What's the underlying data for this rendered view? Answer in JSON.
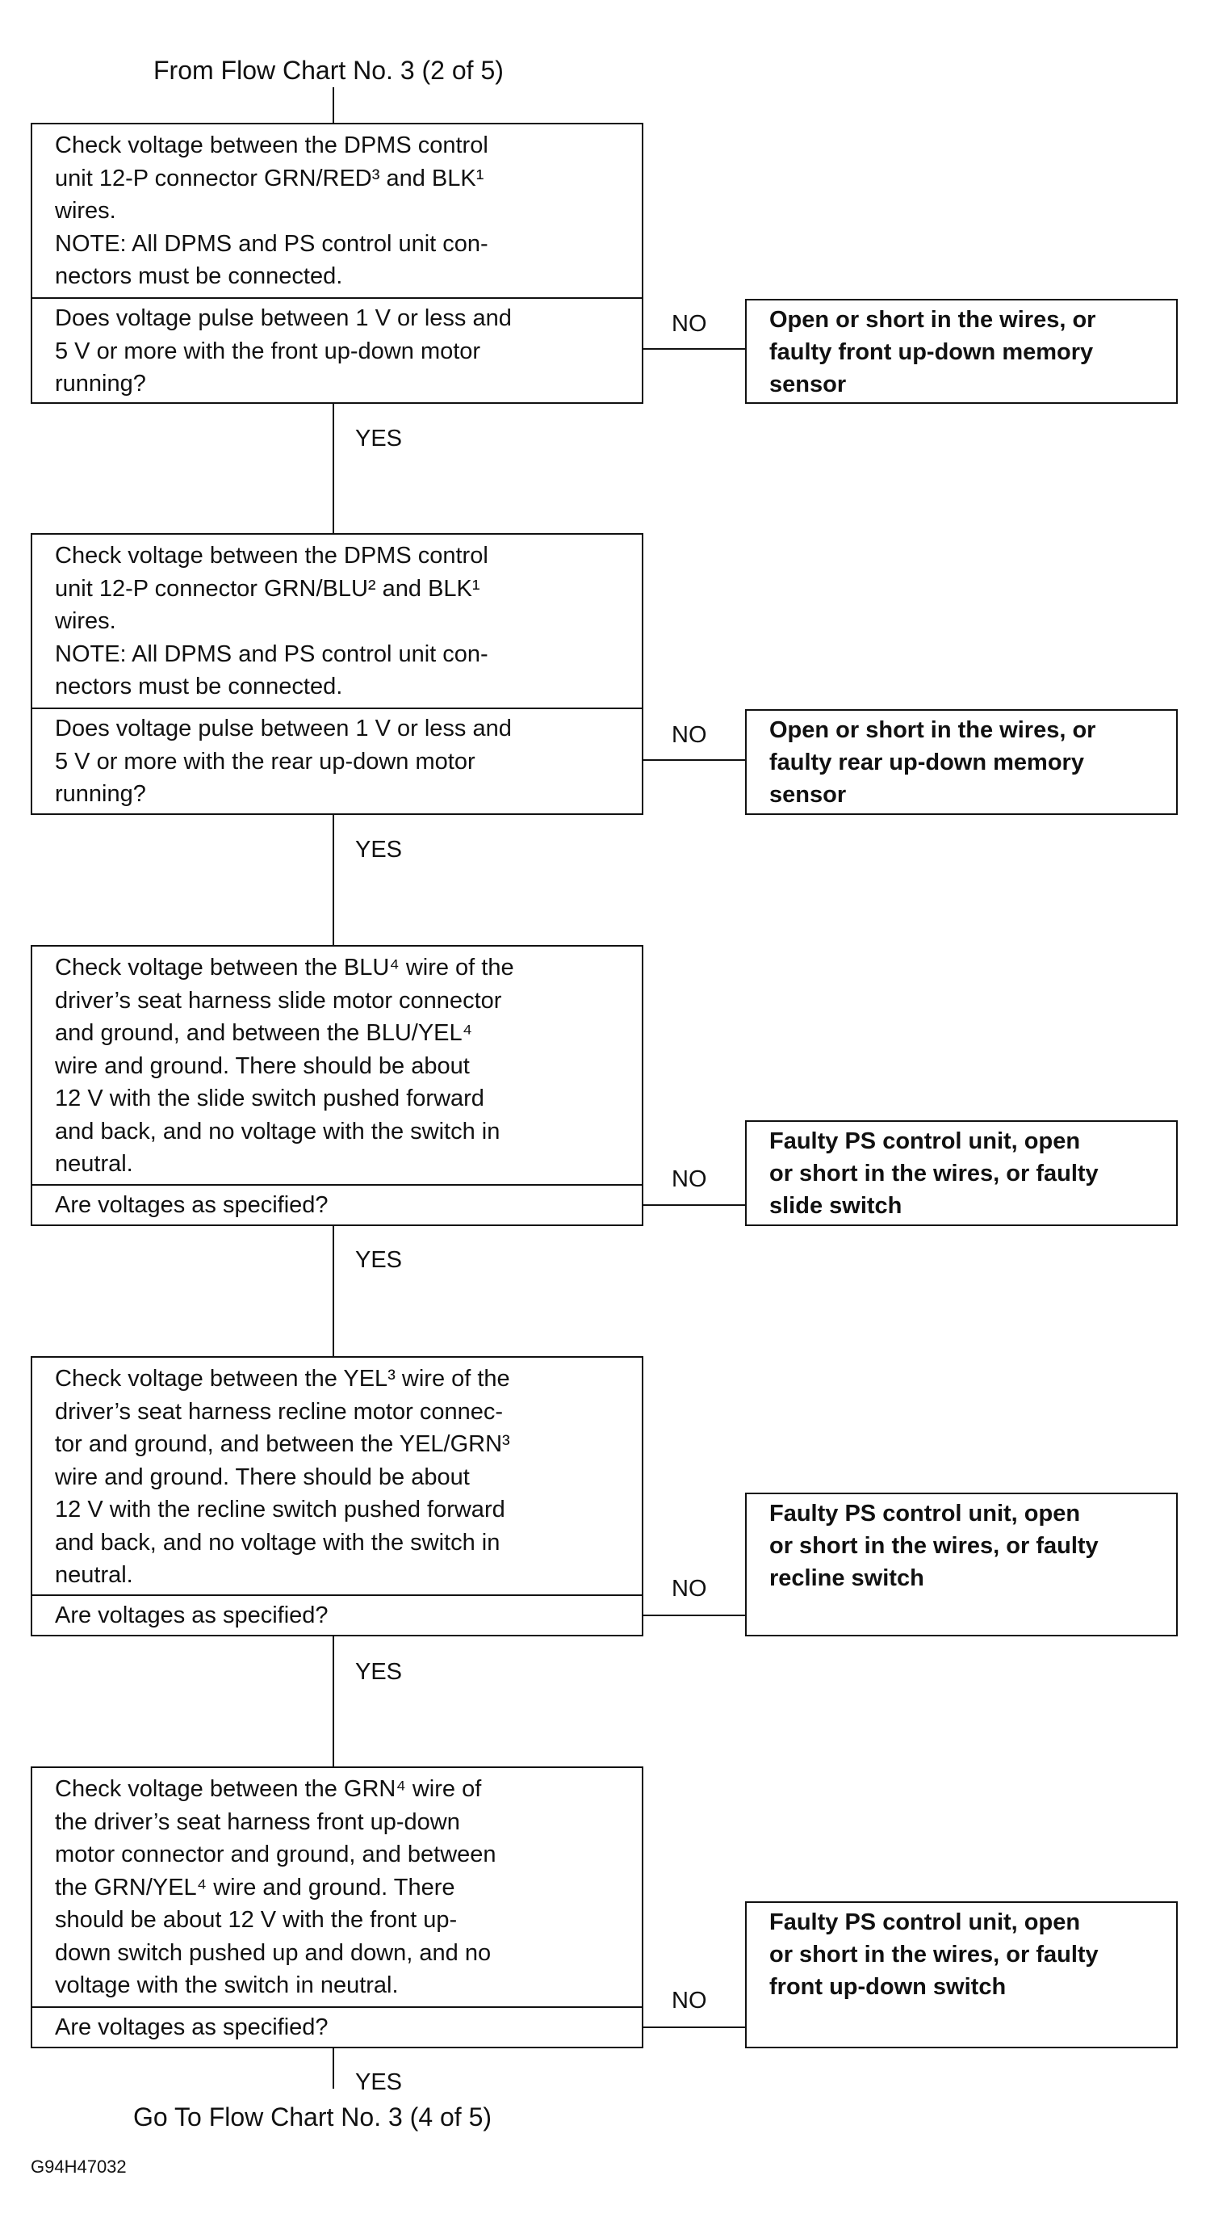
{
  "header": "From Flow Chart No. 3 (2 of 5)",
  "steps": [
    {
      "check": [
        "Check voltage between the DPMS control",
        "unit 12-P connector GRN/RED³ and BLK¹",
        "wires.",
        "NOTE: All DPMS and PS control unit con-",
        "nectors must be connected."
      ],
      "question": [
        "Does voltage pulse between 1 V or less and",
        "5 V or more with the front up-down motor",
        "running?"
      ],
      "no_label": "NO",
      "result": [
        "Open or short in the wires, or",
        "faulty front up-down memory",
        "sensor"
      ],
      "yes_label": "YES"
    },
    {
      "check": [
        "Check voltage between the DPMS control",
        "unit 12-P connector GRN/BLU² and BLK¹",
        "wires.",
        "NOTE: All DPMS and PS control unit con-",
        "nectors must be connected."
      ],
      "question": [
        "Does voltage pulse between 1 V or less and",
        "5 V or more with the rear up-down motor",
        "running?"
      ],
      "no_label": "NO",
      "result": [
        "Open or short in the wires, or",
        "faulty rear up-down memory",
        "sensor"
      ],
      "yes_label": "YES"
    },
    {
      "check": [
        "Check voltage between the BLU⁴ wire of the",
        "driver’s seat harness slide motor connector",
        "and ground, and between the BLU/YEL⁴",
        "wire and ground. There should be about",
        "12 V with the slide switch pushed forward",
        "and back, and no voltage with the switch in",
        "neutral."
      ],
      "question": [
        "Are voltages as specified?"
      ],
      "no_label": "NO",
      "result": [
        "Faulty PS control unit, open",
        "or short in the wires, or faulty",
        "slide switch"
      ],
      "yes_label": "YES"
    },
    {
      "check": [
        "Check voltage between the YEL³ wire of the",
        "driver’s seat harness recline motor connec-",
        "tor and ground, and between the YEL/GRN³",
        "wire and ground. There should be about",
        "12 V with the recline switch pushed forward",
        "and back, and no voltage with the switch in",
        "neutral."
      ],
      "question": [
        "Are voltages as specified?"
      ],
      "no_label": "NO",
      "result": [
        "Faulty PS control unit, open",
        "or short in the wires, or faulty",
        "recline switch"
      ],
      "yes_label": "YES"
    },
    {
      "check": [
        "Check voltage between the GRN⁴ wire of",
        "the driver’s seat harness front up-down",
        "motor connector and ground, and between",
        "the GRN/YEL⁴ wire and ground. There",
        "should be about 12 V with the front up-",
        "down switch pushed up and down, and no",
        "voltage with the switch in neutral."
      ],
      "question": [
        "Are voltages as specified?"
      ],
      "no_label": "NO",
      "result": [
        "Faulty PS control unit, open",
        "or short in the wires, or faulty",
        "front up-down switch"
      ],
      "yes_label": "YES"
    }
  ],
  "footer": "Go To Flow Chart No. 3 (4 of 5)",
  "figure_code": "G94H47032"
}
